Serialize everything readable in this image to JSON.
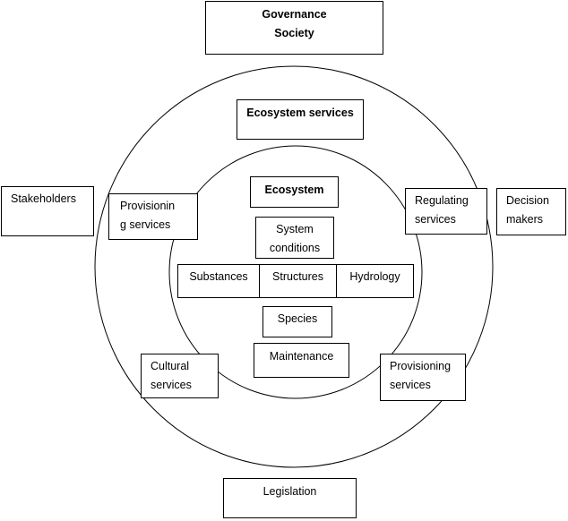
{
  "governance": {
    "line1": "Governance",
    "line2": "Society"
  },
  "ecosystem_services": "Ecosystem services",
  "ecosystem": "Ecosystem",
  "system_conditions": {
    "line1": "System",
    "line2": "conditions"
  },
  "substances": "Substances",
  "structures": "Structures",
  "hydrology": "Hydrology",
  "species": "Species",
  "maintenance": "Maintenance",
  "stakeholders": "Stakeholders",
  "provisioning_left": {
    "line1": "Provisionin",
    "line2": "g services"
  },
  "regulating": {
    "line1": "Regulating",
    "line2": "services"
  },
  "decision_makers": {
    "line1": "Decision",
    "line2": "makers"
  },
  "cultural": {
    "line1": "Cultural",
    "line2": "services"
  },
  "provisioning_right": {
    "line1": "Provisioning",
    "line2": "services"
  },
  "legislation": "Legislation"
}
